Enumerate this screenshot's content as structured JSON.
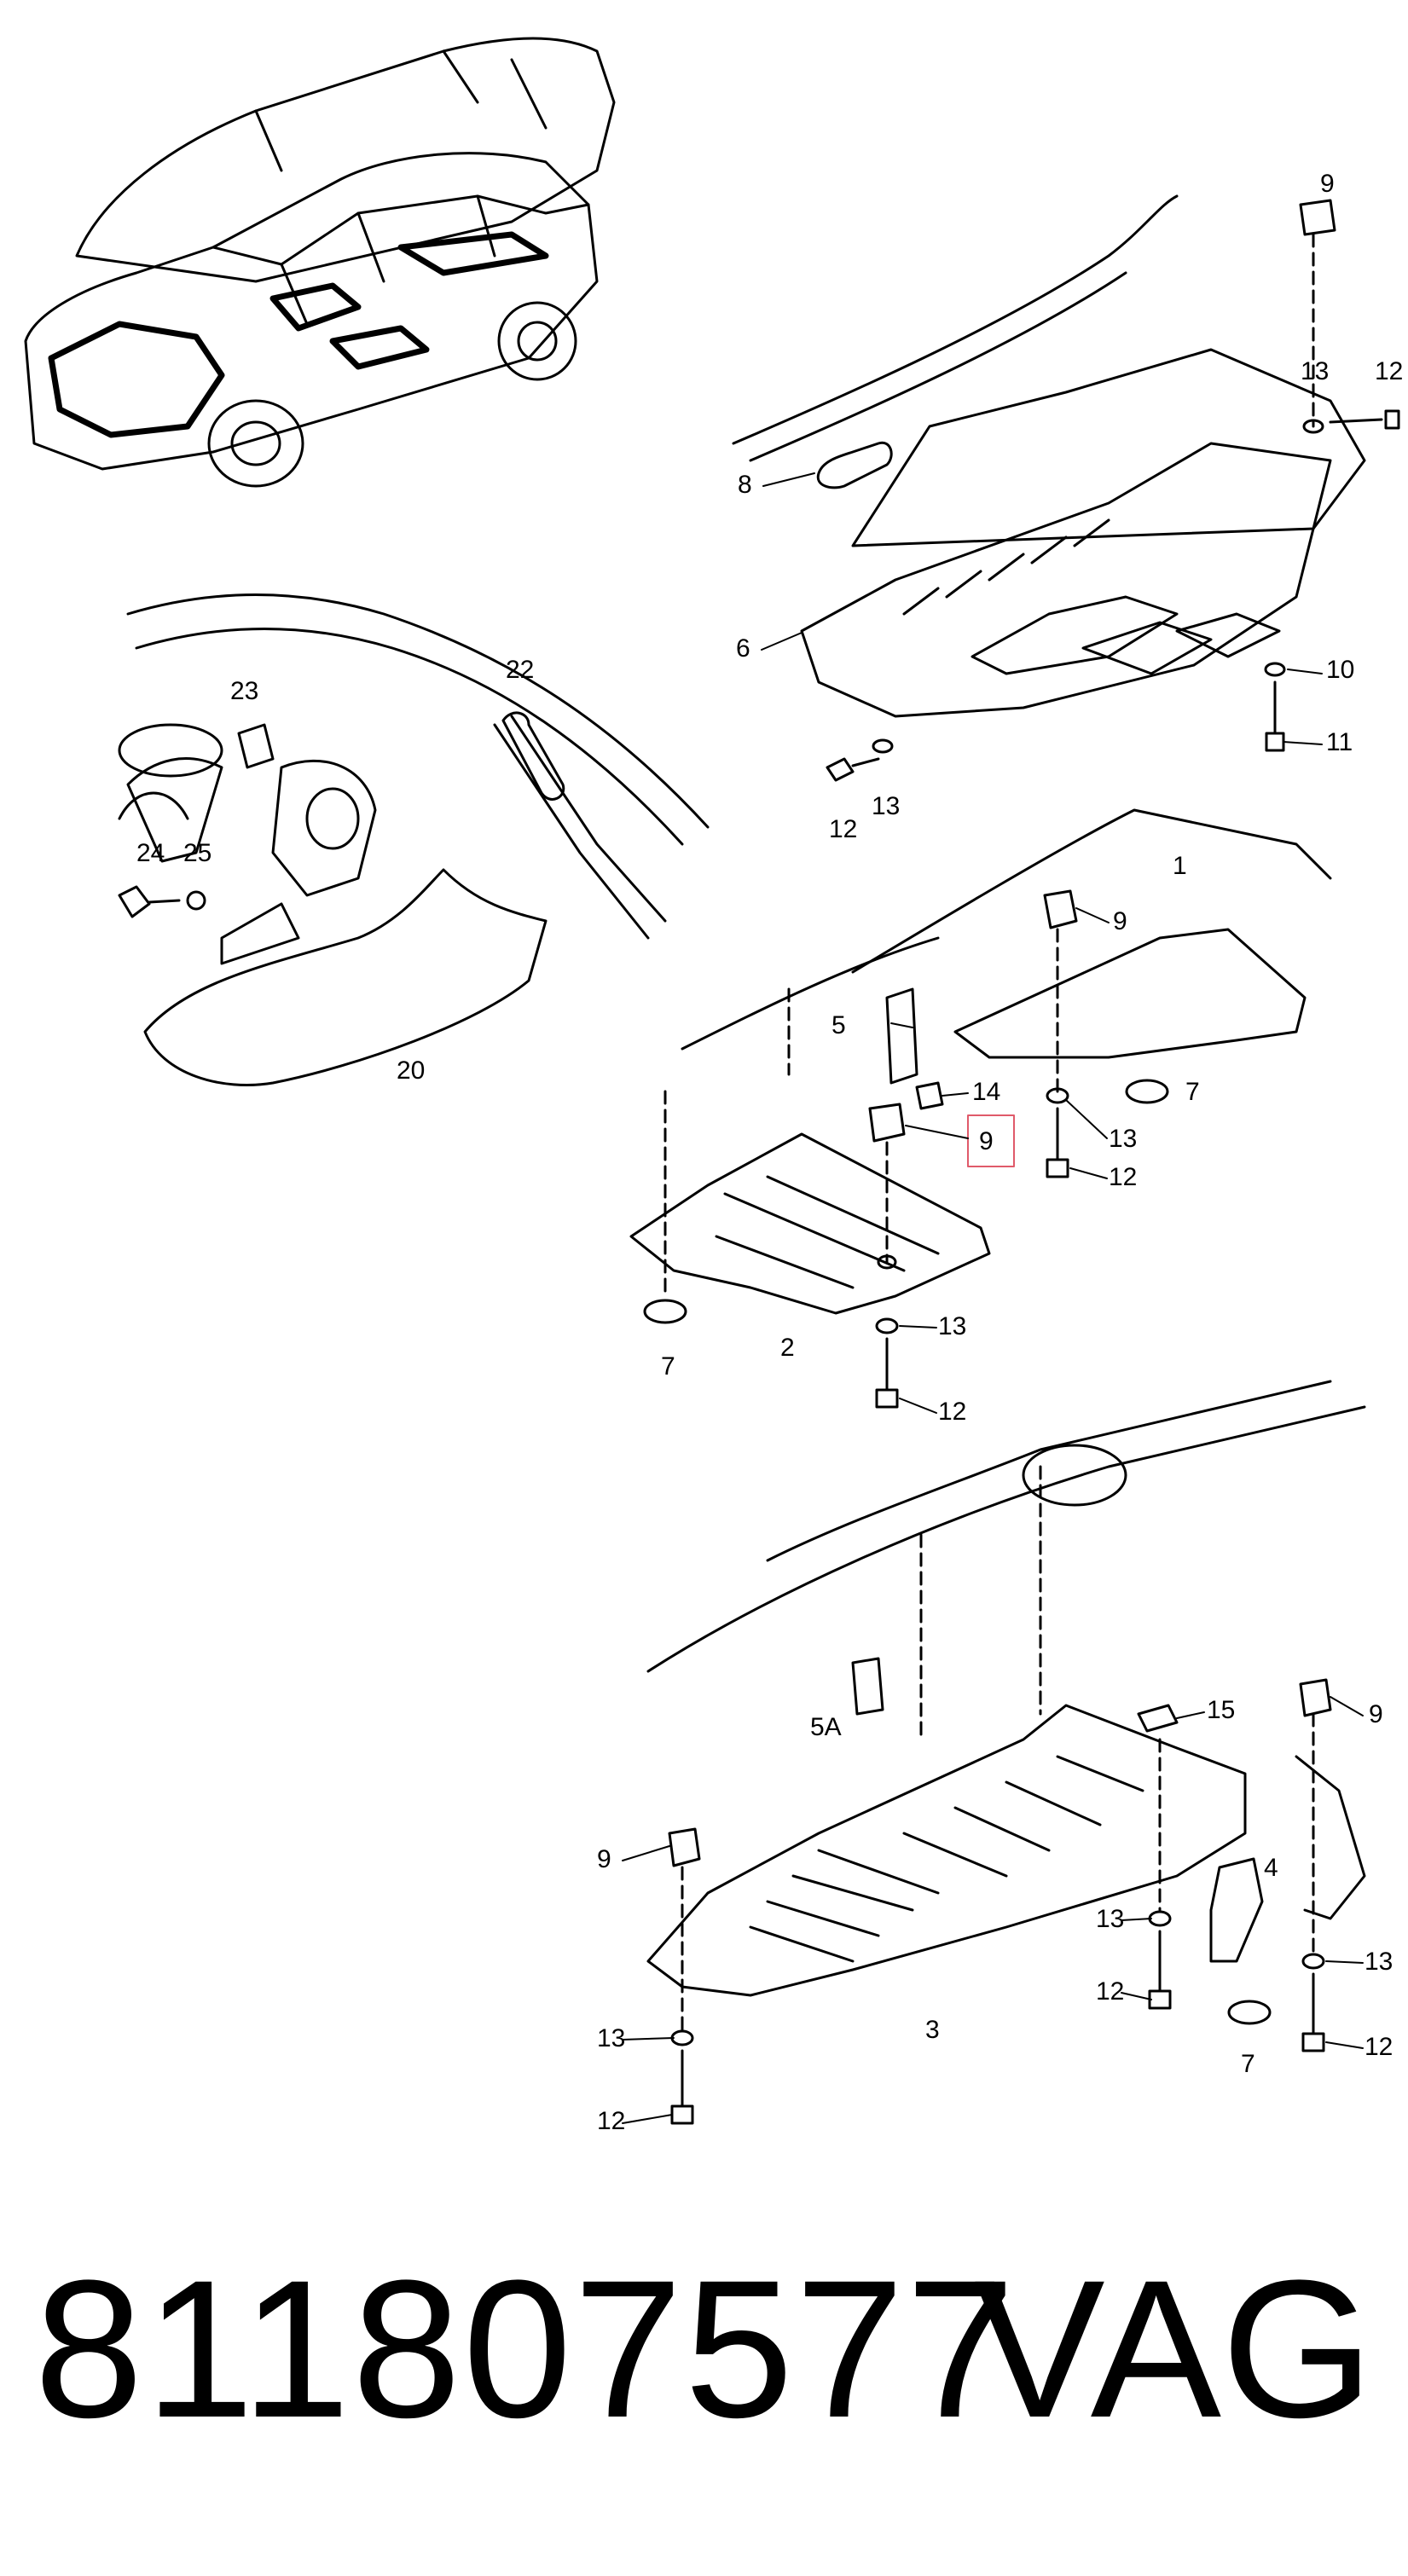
{
  "footer": {
    "part_number": "811807577",
    "brand": "VAG"
  },
  "highlight_color": "#e05a6a",
  "labels": {
    "car": [],
    "upper_right": [
      "9",
      "13",
      "12",
      "8",
      "6",
      "10",
      "11",
      "12",
      "13"
    ],
    "wheel_arch": [
      "23",
      "22",
      "24",
      "25",
      "20"
    ],
    "middle": [
      "1",
      "9",
      "5",
      "14",
      "9",
      "7",
      "13",
      "12",
      "2",
      "7",
      "13",
      "12"
    ],
    "lower": [
      "9",
      "5A",
      "15",
      "9",
      "4",
      "13",
      "12",
      "3",
      "7",
      "13",
      "12",
      "13",
      "12"
    ]
  }
}
